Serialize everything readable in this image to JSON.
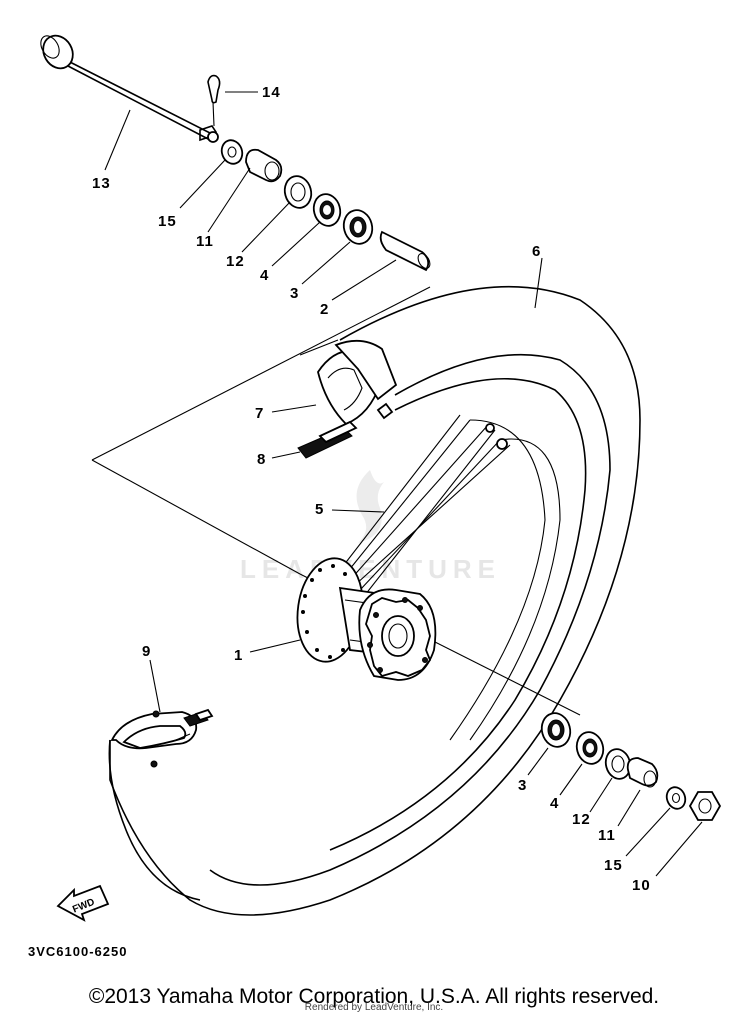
{
  "diagram": {
    "part_code": "3VC6100-6250",
    "copyright": "©2013 Yamaha Motor Corporation, U.S.A. All rights reserved.",
    "rendered_by": "Rendered by LeadVenture, Inc.",
    "watermark": "LEADVENTURE",
    "fwd_label": "FWD",
    "callouts": {
      "c1": "1",
      "c2": "2",
      "c3a": "3",
      "c3b": "3",
      "c4a": "4",
      "c4b": "4",
      "c5": "5",
      "c6": "6",
      "c7": "7",
      "c8": "8",
      "c9": "9",
      "c10": "10",
      "c11a": "11",
      "c11b": "11",
      "c12a": "12",
      "c12b": "12",
      "c13": "13",
      "c14": "14",
      "c15a": "15",
      "c15b": "15"
    }
  }
}
